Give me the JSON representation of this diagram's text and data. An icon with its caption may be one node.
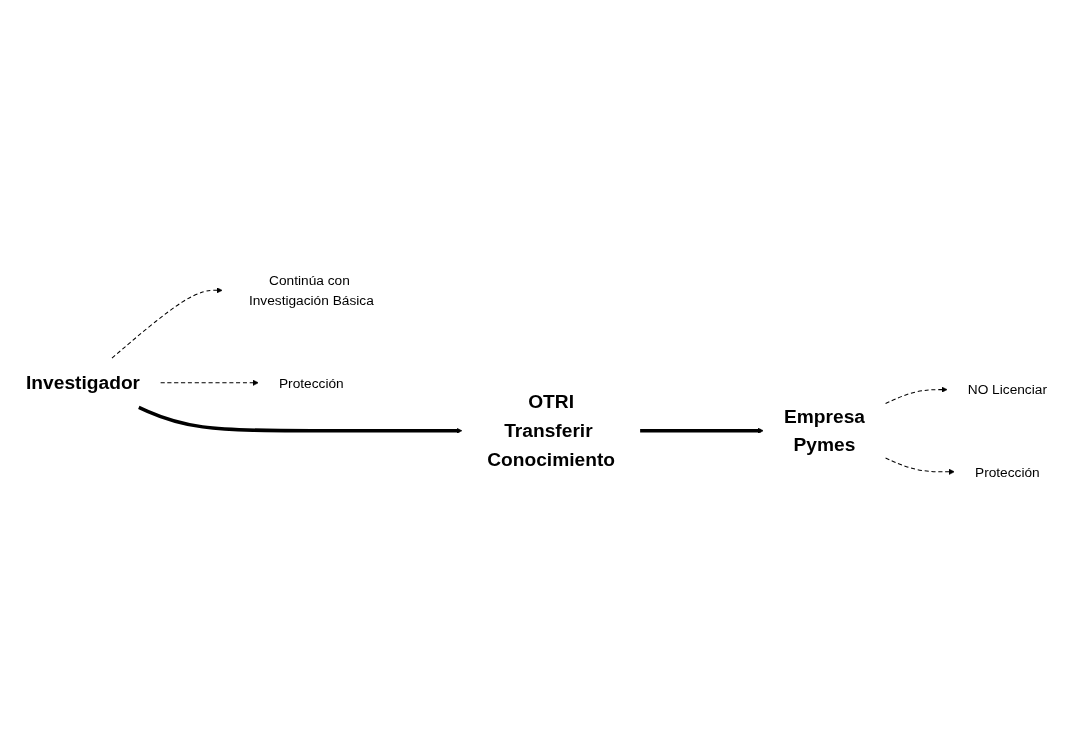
{
  "diagram": {
    "nodes": [
      {
        "text": [
          "Investigador"
        ]
      },
      {
        "text": [
          "Continúa con Investigación Básica"
        ]
      },
      {
        "text": [
          "OTRI"
        ],
        "beside": [
          "Transferir Conocimiento"
        ]
      },
      {
        "text": [
          "Empresa"
        ],
        "beside": [
          "Pymes"
        ]
      },
      {
        "text": [
          "NO Licenciar"
        ]
      },
      {
        "text": [
          "Protección"
        ]
      },
      {
        "text": [
          "Protección"
        ]
      }
    ],
    "edges": [
      {
        "from": 0,
        "to": 1,
        "arrow": "to",
        "style": "dashed"
      },
      {
        "from": 0,
        "to": 2,
        "arrow": "to",
        "style": "thick"
      },
      {
        "from": 0,
        "to": 5,
        "arrow": "to",
        "style": "dashed"
      },
      {
        "from": 2,
        "to": 3,
        "arrow": "to",
        "style": "thick"
      },
      {
        "from": 3,
        "to": 4,
        "arrow": "to",
        "style": "dashed"
      },
      {
        "from": 3,
        "to": 6,
        "arrow": "to",
        "style": "dashed"
      }
    ]
  }
}
